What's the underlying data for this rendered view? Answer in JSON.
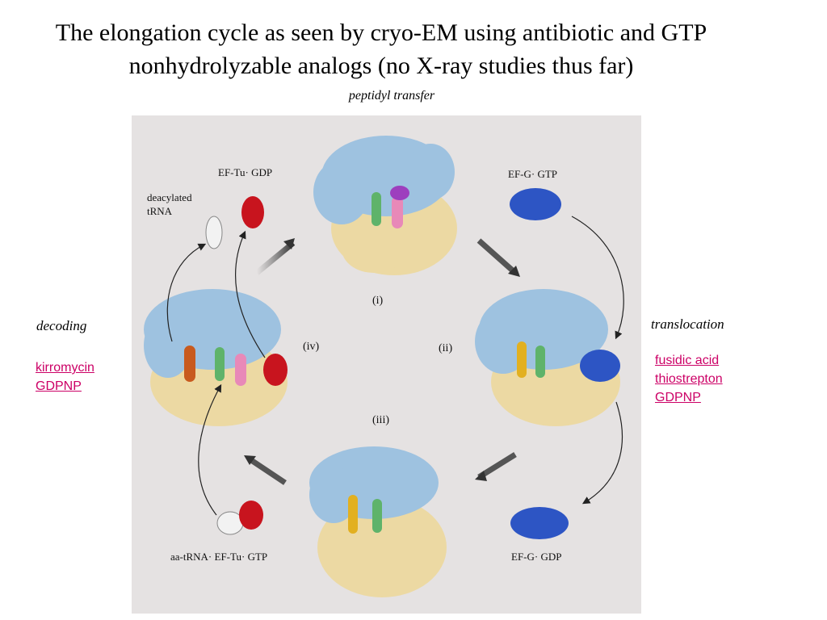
{
  "title": "The elongation cycle as seen by cryo-EM using antibiotic and GTP nonhydrolyzable analogs (no X-ray studies thus far)",
  "subtitle": "peptidyl transfer",
  "left": {
    "label": "decoding",
    "drugs": [
      "kirromycin",
      "GDPNP"
    ]
  },
  "right": {
    "label": "translocation",
    "drugs": [
      "fusidic acid",
      "thiostrepton",
      "GDPNP"
    ]
  },
  "figure": {
    "steps": [
      "(i)",
      "(ii)",
      "(iii)",
      "(iv)"
    ],
    "labels": {
      "ef_tu_gdp": "EF-Tu· GDP",
      "deacylated_trna_1": "deacylated",
      "deacylated_trna_2": "tRNA",
      "ef_g_gtp": "EF-G· GTP",
      "ef_g_gdp": "EF-G· GDP",
      "aa_trna": "aa-tRNA· EF-Tu· GTP"
    }
  },
  "colors": {
    "large_subunit": "#9ec2e0",
    "small_subunit": "#ecd9a3",
    "ef_tu": "#c8141e",
    "ef_g": "#2d55c4",
    "trna_green": "#5fb36a",
    "trna_pink": "#e889b8",
    "trna_purple": "#9d3fbe",
    "trna_orange": "#c85a1e",
    "trna_yellow": "#e2b020",
    "drug_link": "#cc0066"
  }
}
